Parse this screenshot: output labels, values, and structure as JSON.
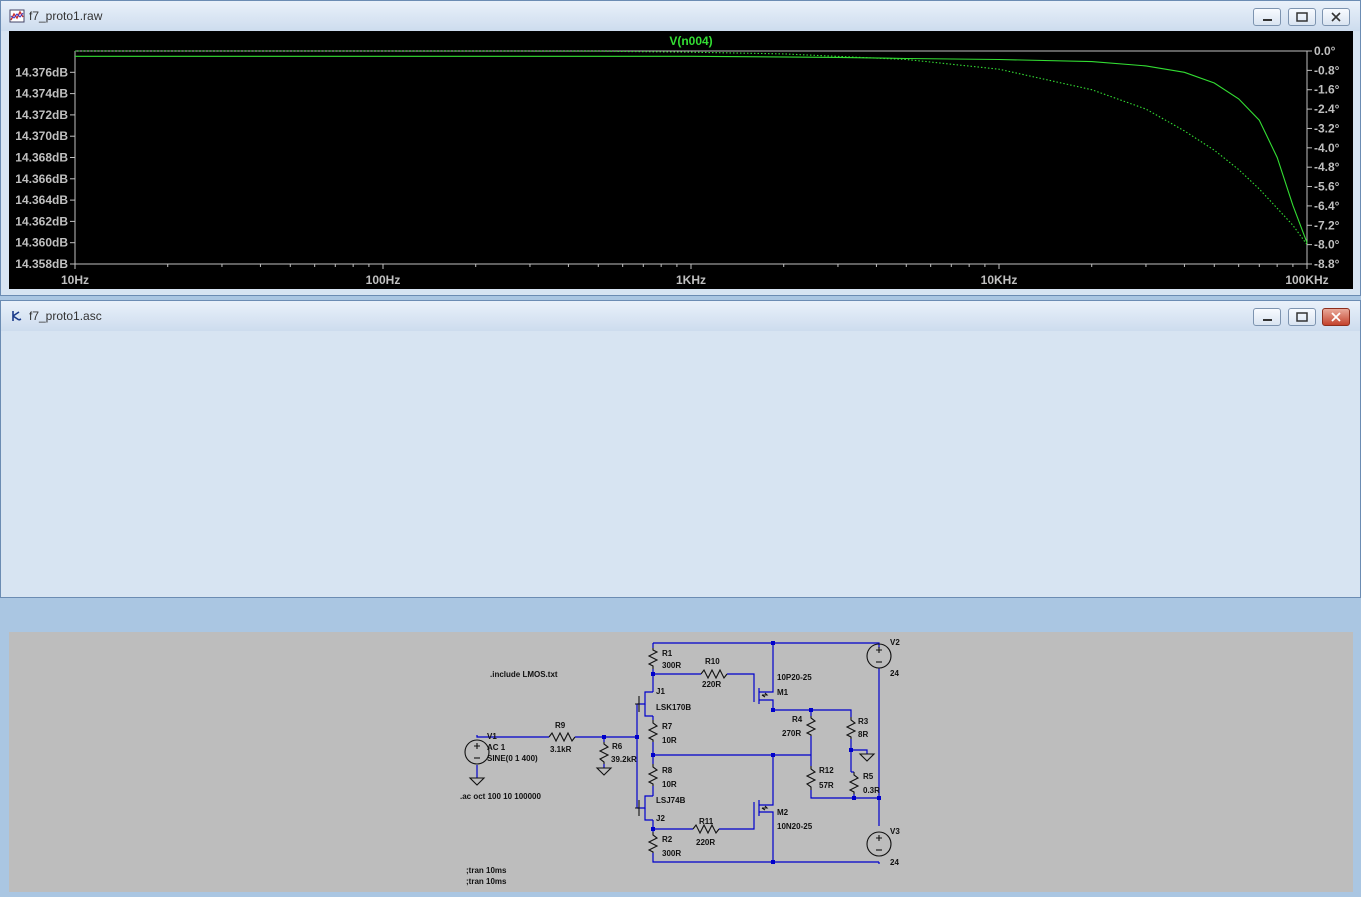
{
  "plot_window": {
    "title": "f7_proto1.raw",
    "trace_label": "V(n004)",
    "trace_color": "#33dd33"
  },
  "schematic_window": {
    "title": "f7_proto1.asc",
    "wire_color": "#0000cc",
    "directives": {
      "include": ".include LMOS.txt",
      "ac": ".ac oct 100 10 100000",
      "tran1": ";tran 10ms",
      "tran2": ";tran 10ms"
    },
    "components": {
      "V1": {
        "name": "V1",
        "l1": "AC 1",
        "l2": "SINE(0 1 400)"
      },
      "V2": {
        "name": "V2",
        "value": "24"
      },
      "V3": {
        "name": "V3",
        "value": "24"
      },
      "R1": {
        "name": "R1",
        "value": "300R"
      },
      "R2": {
        "name": "R2",
        "value": "300R"
      },
      "R3": {
        "name": "R3",
        "value": "8R"
      },
      "R4": {
        "name": "R4",
        "value": "270R"
      },
      "R5": {
        "name": "R5",
        "value": "0.3R"
      },
      "R6": {
        "name": "R6",
        "value": "39.2kR"
      },
      "R7": {
        "name": "R7",
        "value": "10R"
      },
      "R8": {
        "name": "R8",
        "value": "10R"
      },
      "R9": {
        "name": "R9",
        "value": "3.1kR"
      },
      "R10": {
        "name": "R10",
        "value": "220R"
      },
      "R11": {
        "name": "R11",
        "value": "220R"
      },
      "R12": {
        "name": "R12",
        "value": "57R"
      },
      "J1": {
        "name": "J1",
        "value": "LSK170B"
      },
      "J2": {
        "name": "J2",
        "value": "LSJ74B"
      },
      "M1": {
        "name": "M1",
        "value": "10P20-25"
      },
      "M2": {
        "name": "M2",
        "value": "10N20-25"
      }
    }
  },
  "chart_data": {
    "type": "line",
    "title": "V(n004)",
    "x_scale": "log",
    "xlim": [
      10,
      100000
    ],
    "x_ticks": [
      "10Hz",
      "100Hz",
      "1KHz",
      "10KHz",
      "100KHz"
    ],
    "y_left_ticks": [
      "14.358dB",
      "14.360dB",
      "14.362dB",
      "14.364dB",
      "14.366dB",
      "14.368dB",
      "14.370dB",
      "14.372dB",
      "14.374dB",
      "14.376dB"
    ],
    "ylim_left": [
      14.358,
      14.378
    ],
    "y_right_ticks": [
      "0.0°",
      "-0.8°",
      "-1.6°",
      "-2.4°",
      "-3.2°",
      "-4.0°",
      "-4.8°",
      "-5.6°",
      "-6.4°",
      "-7.2°",
      "-8.0°",
      "-8.8°"
    ],
    "ylim_right": [
      -8.8,
      0.0
    ],
    "grid": false,
    "series": [
      {
        "name": "V(n004) magnitude",
        "style": "solid",
        "x": [
          10,
          100,
          1000,
          3000,
          5000,
          10000,
          20000,
          30000,
          40000,
          50000,
          60000,
          70000,
          80000,
          90000,
          100000
        ],
        "y": [
          14.3775,
          14.3775,
          14.3775,
          14.3774,
          14.3773,
          14.3772,
          14.377,
          14.3766,
          14.376,
          14.375,
          14.3735,
          14.3715,
          14.368,
          14.3635,
          14.36
        ]
      },
      {
        "name": "V(n004) phase",
        "style": "dotted",
        "x": [
          10,
          100,
          500,
          1000,
          2000,
          5000,
          10000,
          20000,
          30000,
          40000,
          50000,
          60000,
          70000,
          80000,
          90000,
          100000
        ],
        "y": [
          0.0,
          0.0,
          -0.01,
          -0.05,
          -0.12,
          -0.35,
          -0.75,
          -1.6,
          -2.4,
          -3.3,
          -4.1,
          -4.9,
          -5.7,
          -6.5,
          -7.2,
          -8.0
        ]
      }
    ]
  }
}
